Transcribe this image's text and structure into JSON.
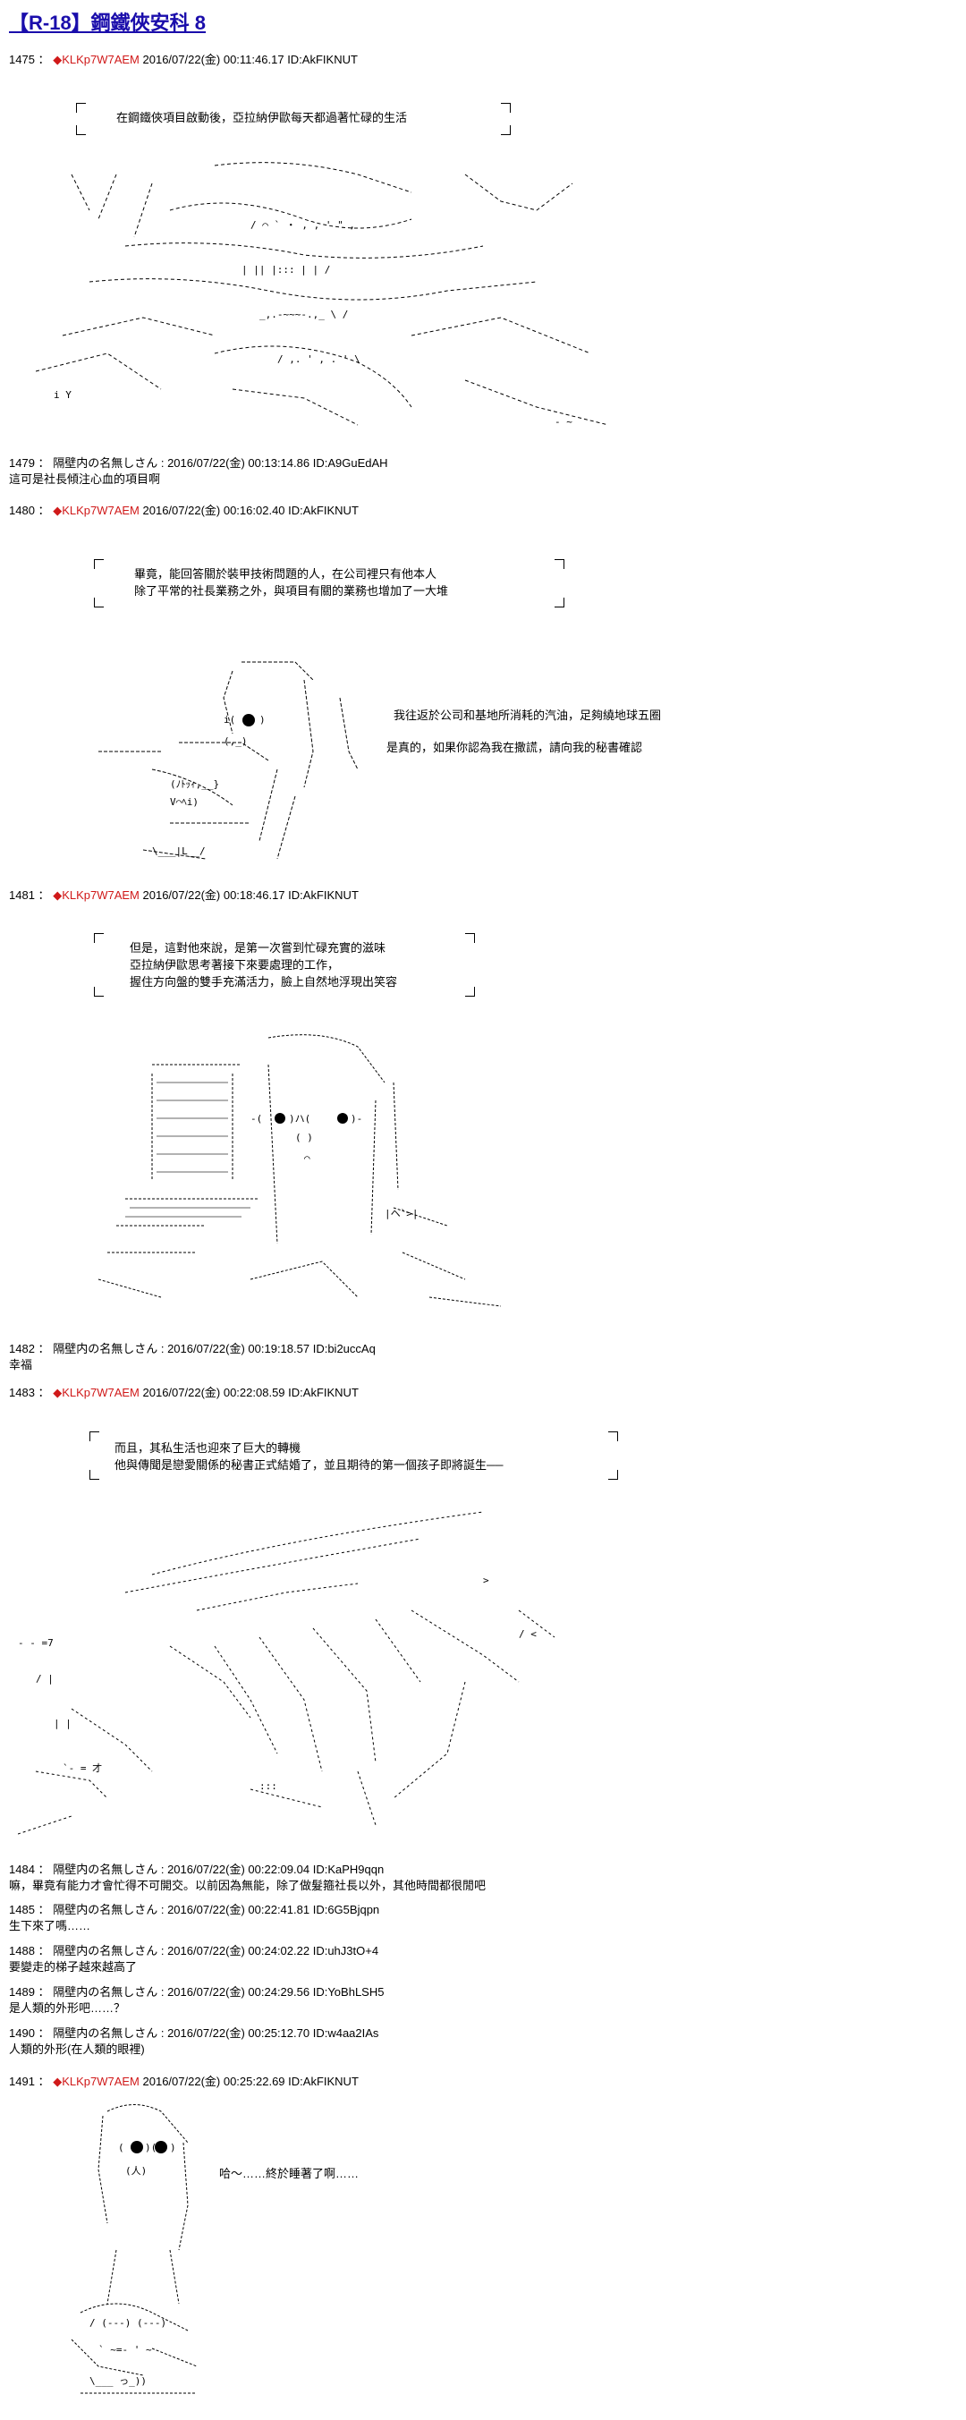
{
  "title": "【R-18】鋼鐵俠安科 8",
  "posts": [
    {
      "num": "1475",
      "name": "KLKp7W7AEM",
      "date": "2016/07/22(金) 00:11:46.17",
      "id": "ID:AkFIKNUT"
    },
    {
      "num": "1479",
      "name": "隔壁内の名無しさん",
      "date": "2016/07/22(金) 00:13:14.86",
      "id": "ID:A9GuEdAH",
      "body": "這可是社長傾注心血的項目啊"
    },
    {
      "num": "1480",
      "name": "KLKp7W7AEM",
      "date": "2016/07/22(金) 00:16:02.40",
      "id": "ID:AkFIKNUT"
    },
    {
      "num": "1481",
      "name": "KLKp7W7AEM",
      "date": "2016/07/22(金) 00:18:46.17",
      "id": "ID:AkFIKNUT"
    },
    {
      "num": "1482",
      "name": "隔壁内の名無しさん",
      "date": "2016/07/22(金) 00:19:18.57",
      "id": "ID:bi2uccAq",
      "body": "幸福"
    },
    {
      "num": "1483",
      "name": "KLKp7W7AEM",
      "date": "2016/07/22(金) 00:22:08.59",
      "id": "ID:AkFIKNUT"
    },
    {
      "num": "1484",
      "name": "隔壁内の名無しさん",
      "date": "2016/07/22(金) 00:22:09.04",
      "id": "ID:KaPH9qqn",
      "body": "嘛，畢竟有能力才會忙得不可開交。以前因為無能，除了做髮箍社長以外，其他時間都很閒吧"
    },
    {
      "num": "1485",
      "name": "隔壁内の名無しさん",
      "date": "2016/07/22(金) 00:22:41.81",
      "id": "ID:6G5Bjqpn",
      "body": "生下來了嗎……"
    },
    {
      "num": "1488",
      "name": "隔壁内の名無しさん",
      "date": "2016/07/22(金) 00:24:02.22",
      "id": "ID:uhJ3tO+4",
      "body": "要變走的梯子越來越高了"
    },
    {
      "num": "1489",
      "name": "隔壁内の名無しさん",
      "date": "2016/07/22(金) 00:24:29.56",
      "id": "ID:YoBhLSH5",
      "body": "是人類的外形吧……？"
    },
    {
      "num": "1490",
      "name": "隔壁内の名無しさん",
      "date": "2016/07/22(金) 00:25:12.70",
      "id": "ID:w4aa2IAs",
      "body": "人類的外形(在人類的眼裡)"
    },
    {
      "num": "1491",
      "name": "KLKp7W7AEM",
      "date": "2016/07/22(金) 00:25:22.69",
      "id": "ID:AkFIKNUT"
    }
  ],
  "speech": {
    "s1475": "在鋼鐵俠項目啟動後，亞拉納伊歐每天都過著忙碌的生活",
    "s1480": "畢竟，能回答關於裝甲技術問題的人，在公司裡只有他本人\n除了平常的社長業務之外，與項目有關的業務也增加了一大堆",
    "s1480b": "我往返於公司和基地所消耗的汽油，足夠繞地球五圈",
    "s1480c": "是真的，如果你認為我在撒謊，請向我的秘書確認",
    "s1481": "但是，這對他來說，是第一次嘗到忙碌充實的滋味\n亞拉納伊歐思考著接下來要處理的工作，\n握住方向盤的雙手充滿活力，臉上自然地浮現出笑容",
    "s1483": "而且，其私生活也迎來了巨大的轉機\n他與傳聞是戀愛關係的秘書正式結婚了，並且期待的第一個孩子即將誕生──",
    "s1491": "哈～……終於睡著了啊……"
  },
  "labels": {
    "diamond": "◆",
    "sep": "：",
    "colon": " :"
  },
  "colors": {
    "trip": "#d01919",
    "title": "#1a0dab",
    "text": "#000000",
    "background": "#ffffff"
  }
}
